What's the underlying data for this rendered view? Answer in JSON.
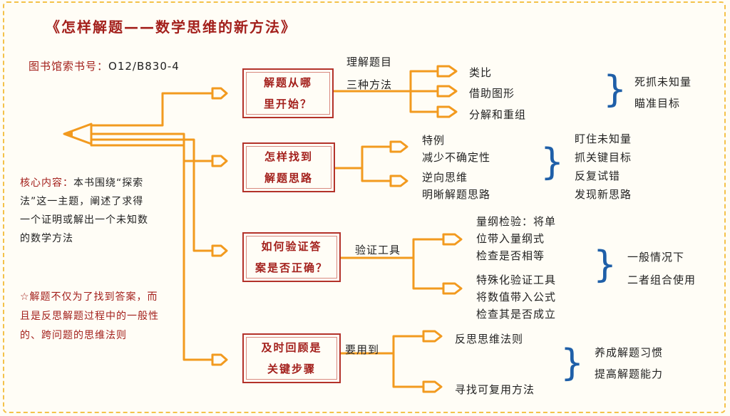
{
  "title": "《怎样解题——数学思维的新方法》",
  "call_number": {
    "label": "图书馆索书号：",
    "value": "O12/B830-4"
  },
  "core_content": {
    "label": "核心内容：",
    "text": "本书围绕“探索法”这一主题，阐述了求得一个证明或解出一个未知数的数学方法"
  },
  "note": "☆解题不仅为了找到答案，而且是反思解题过程中的一般性的、跨问题的思维法则",
  "branches": [
    {
      "title_lines": [
        "解题从哪",
        "里开始？"
      ],
      "connector": [
        "理解题目",
        "三种方法"
      ],
      "items": [
        "类比",
        "借助图形",
        "分解和重组"
      ],
      "summary": [
        "死抓未知量",
        "瞄准目标"
      ]
    },
    {
      "title_lines": [
        "怎样找到",
        "解题思路"
      ],
      "items": [
        [
          "特例",
          "减少不确定性"
        ],
        [
          "逆向思维",
          "明晰解题思路"
        ]
      ],
      "summary": [
        "盯住未知量",
        "抓关键目标",
        "反复试错",
        "发现新思路"
      ]
    },
    {
      "title_lines": [
        "如何验证答",
        "案是否正确？"
      ],
      "connector": [
        "验证工具"
      ],
      "items": [
        [
          "量纲检验：将单",
          "位带入量纲式",
          "检查是否相等"
        ],
        [
          "特殊化验证工具",
          "将数值带入公式",
          "检查其是否成立"
        ]
      ],
      "summary": [
        "一般情况下",
        "二者组合使用"
      ]
    },
    {
      "title_lines": [
        "及时回顾是",
        "关键步骤"
      ],
      "connector": [
        "要用到"
      ],
      "items": [
        "反思思维法则",
        "寻找可复用方法"
      ],
      "summary": [
        "养成解题习惯",
        "提高解题能力"
      ]
    }
  ],
  "colors": {
    "line": "#f29a1f",
    "title": "#a3201c",
    "brace": "#1f5fa8",
    "frame": "#f4c24a"
  }
}
